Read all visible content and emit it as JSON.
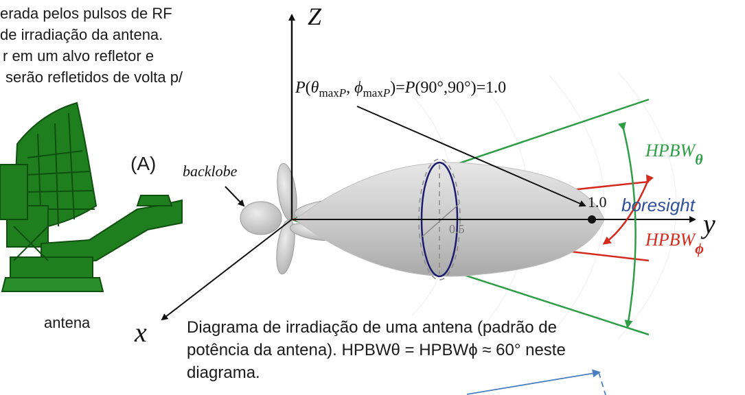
{
  "intro_lines": [
    "erada pelos pulsos de RF",
    "de irradiação da antena.",
    "r em um alvo refletor e",
    "serão refletidos de volta p/"
  ],
  "antenna_label": "(A)",
  "antenna_caption": "antena",
  "axes": {
    "z": "Z",
    "y": "y",
    "x": "x"
  },
  "formula": "P(θmaxP, ϕmaxP)=P(90°,90°)=1.0",
  "backlobe_label": "backlobe",
  "boresight_label": "boresight",
  "value_1": "1.0",
  "value_05": "0.5",
  "hpbw_theta": {
    "main": "HPBW",
    "sub": "θ",
    "color": "#2e9e46"
  },
  "hpbw_phi": {
    "main": "HPBW",
    "sub": "ϕ",
    "color": "#d42a1e"
  },
  "colors": {
    "beam_green": "#2e9e46",
    "beam_red": "#d42a1e",
    "boresight_blue": "#2f4f9a",
    "antenna_green": "#1f7f1f",
    "pointer_blue": "#4a7fc1"
  },
  "caption_lines": [
    "Diagrama de irradiação de uma antena (padrão de",
    "potência da antena). HPBWθ = HPBWϕ ≈ 60° neste",
    "diagrama."
  ]
}
